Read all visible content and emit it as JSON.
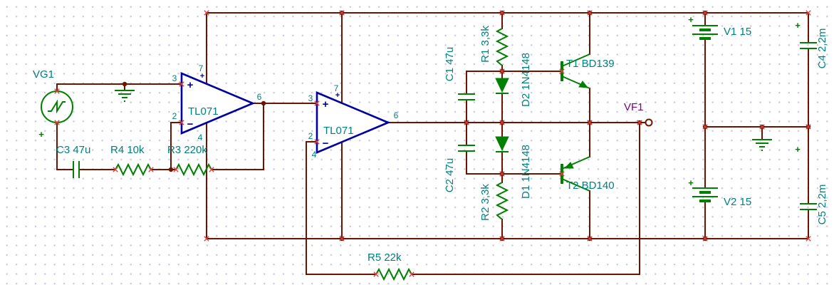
{
  "colors": {
    "wire": "#6e1300",
    "comp": "#008000",
    "label": "#008080",
    "opamp": "#0000a0",
    "probe": "#800080",
    "xmark": "#d94040",
    "grid": "#ccccdf",
    "bg": "#ffffff"
  },
  "labels": {
    "vg1": "VG1",
    "c3": "C3 47u",
    "r4": "R4 10k",
    "r3": "R3 220k",
    "opamp1": "TL071",
    "opamp2": "TL071",
    "c1": "C1 47u",
    "c2": "C2 47u",
    "r1": "R1 3,3k",
    "r2": "R2 3,3k",
    "d2": "D2 1N4148",
    "d1": "D1 1N4148",
    "t1": "T1 BD139",
    "t2": "T2 BD140",
    "vf1": "VF1",
    "v1": "V1 15",
    "v2": "V2 15",
    "c4": "C4 2,2m",
    "c5": "C5 2,2m",
    "r5": "R5 22k"
  },
  "pins": {
    "opamp1": {
      "in_plus": "3",
      "in_minus": "2",
      "out": "6",
      "vcc": "7",
      "vee": "4"
    },
    "opamp2": {
      "in_plus": "3",
      "in_minus": "2",
      "out": "6",
      "vcc": "7",
      "vee": "4"
    }
  },
  "symbols": {
    "plus": "+",
    "minus": "−"
  }
}
